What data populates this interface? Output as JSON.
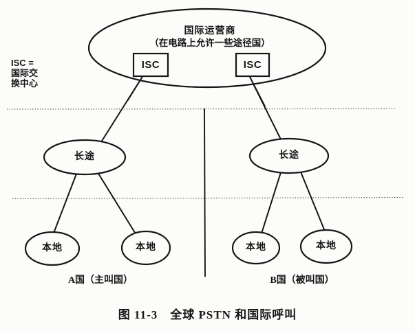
{
  "figure": {
    "intl_cloud": {
      "title": "国际运营商",
      "subtitle": "（在电路上允许一些途径国）",
      "isc_left_label": "ISC",
      "isc_right_label": "ISC"
    },
    "legend": {
      "line1": "ISC =",
      "line2": "国际交",
      "line3": "换中心"
    },
    "country_a": {
      "toll_label": "长途",
      "local1_label": "本地",
      "local2_label": "本地",
      "name": "A国（主叫国）"
    },
    "country_b": {
      "toll_label": "长途",
      "local1_label": "本地",
      "local2_label": "本地",
      "name": "B国（被叫国）"
    },
    "caption": "图 11-3　全球 PSTN 和国际呼叫"
  },
  "colors": {
    "paper": "#fcfcfa",
    "ink": "#161616",
    "dotted_rule": "#3c3c3c"
  }
}
